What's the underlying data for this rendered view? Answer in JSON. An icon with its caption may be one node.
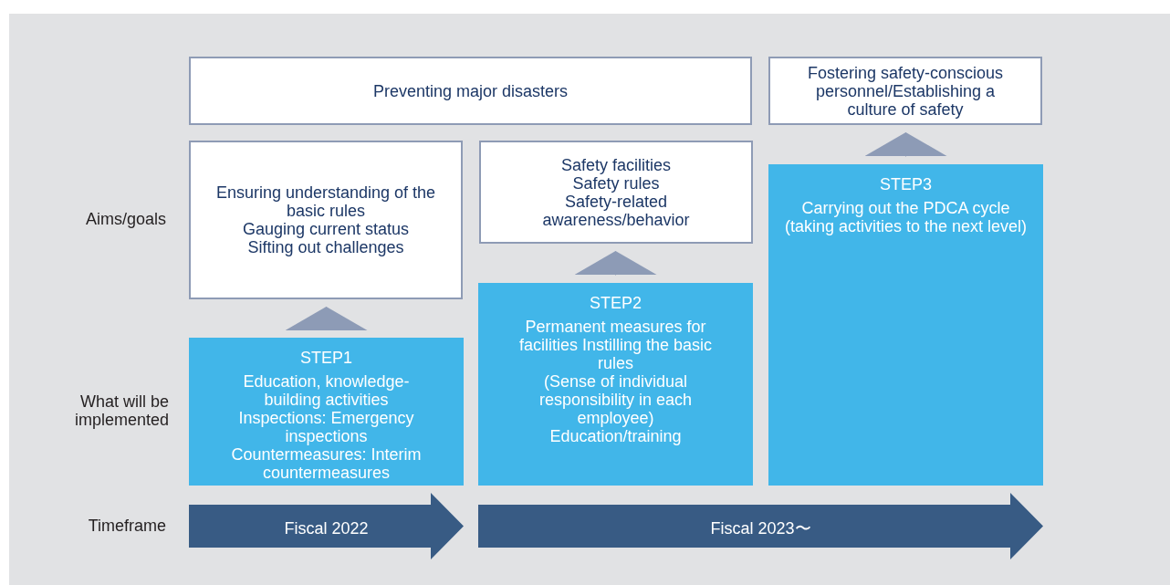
{
  "diagram": {
    "nodes": [
      {
        "text": [
          "Preventing major disasters"
        ]
      },
      {
        "text": [
          "Fostering safety-conscious personnel/Establishing a culture of safety"
        ]
      },
      {
        "text": [
          "Ensuring understanding of the basic rules",
          "Gauging current status",
          "Sifting out challenges"
        ]
      },
      {
        "text": [
          "Safety facilities",
          "Safety rules",
          "Safety-related awareness/behavior"
        ]
      },
      {
        "text": [
          "STEP1",
          "Education, knowledge-building activities",
          "Inspections: Emergency inspections",
          "Countermeasures: Interim countermeasures"
        ]
      },
      {
        "text": [
          "STEP2",
          "Permanent measures for facilities Instilling the basic rules",
          "(Sense of individual responsibility in each employee)",
          "Education/training"
        ]
      },
      {
        "text": [
          "STEP3",
          "Carrying out the PDCA cycle (taking activities to the next level)"
        ]
      },
      {
        "text": [
          "Fiscal 2022"
        ]
      },
      {
        "text": [
          "Fiscal 2023〜"
        ]
      }
    ],
    "edges": [
      {
        "from": 4,
        "to": 2,
        "arrow": "to"
      },
      {
        "from": 5,
        "to": 3,
        "arrow": "to"
      },
      {
        "from": 6,
        "to": 1,
        "arrow": "to"
      }
    ],
    "labels": [
      "Aims/goals",
      "What will be implemented",
      "Timeframe"
    ]
  }
}
